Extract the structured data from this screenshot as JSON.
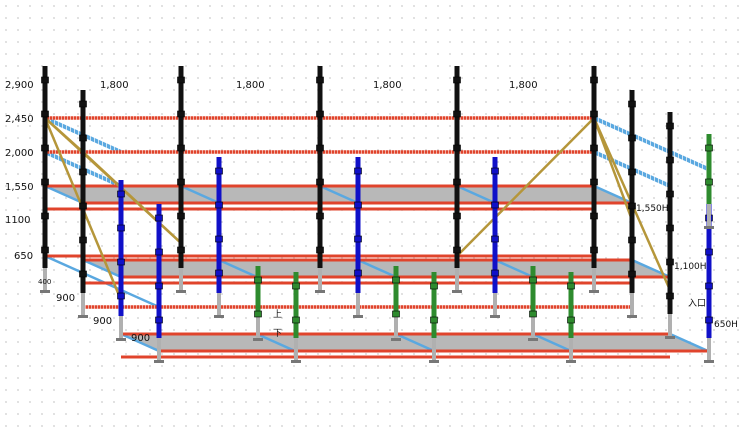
{
  "diagram": {
    "level_labels": [
      "2,900",
      "2,450",
      "2,000",
      "1,550",
      "1100",
      "650",
      "400"
    ],
    "span_labels": [
      "1,800",
      "1,800",
      "1,800",
      "1,800"
    ],
    "depth_labels": [
      "900",
      "900",
      "900"
    ],
    "height_tags": [
      "1,550H",
      "1,100H",
      "650H"
    ],
    "stair_labels": [
      "上",
      "下"
    ],
    "entrance_label": "入口"
  },
  "legend_colors": {
    "post_back": "#111111",
    "post_mid": "#1010c8",
    "post_front": "#2e8b2e",
    "ledger": "#e0442c",
    "transom": "#5aa8e0",
    "brace": "#b5963a",
    "deck": "#b8b8b8",
    "base_jack": "#b0b0b0"
  }
}
